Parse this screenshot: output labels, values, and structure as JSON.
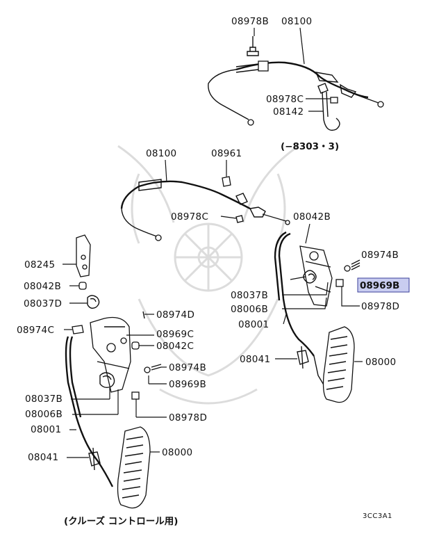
{
  "labels": {
    "p08978B_top": "08978B",
    "p08100_top": "08100",
    "p08978C_top": "08978C",
    "p08142": "08142",
    "variant_note": "(−8303・3)",
    "p08100_mid": "08100",
    "p08961": "08961",
    "p08978C_mid": "08978C",
    "p08042B_right": "08042B",
    "p08974B_right": "08974B",
    "p08969B_right": "08969B",
    "p08978D_right": "08978D",
    "p08037B_right": "08037B",
    "p08006B_right": "08006B",
    "p08001_right": "08001",
    "p08041_right": "08041",
    "p08000_right": "08000",
    "p08245": "08245",
    "p08042B_left": "08042B",
    "p08037D": "08037D",
    "p08974D": "08974D",
    "p08974C": "08974C",
    "p08969C": "08969C",
    "p08042C": "08042C",
    "p08974B_left": "08974B",
    "p08969B_left": "08969B",
    "p08037B_left": "08037B",
    "p08006B_left": "08006B",
    "p08978D_left": "08978D",
    "p08001_left": "08001",
    "p08041_left": "08041",
    "p08000_left": "08000",
    "cruise_note": "(クルーズ コントロール用)",
    "diagram_code": "3CC3A1"
  },
  "highlight": {
    "part": "08969B",
    "color": "#c9cdf0",
    "border": "#3a3f9a"
  }
}
